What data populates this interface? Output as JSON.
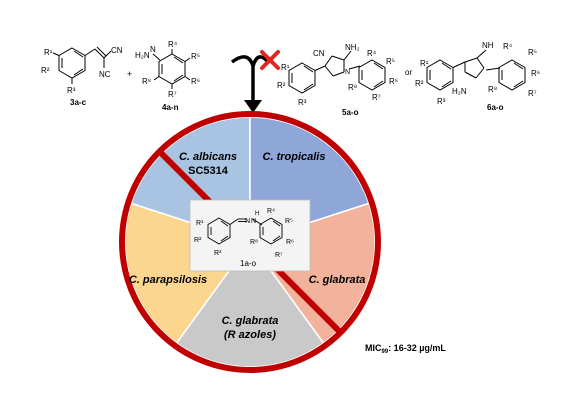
{
  "top_row": {
    "malononitrile_id": "3a-c",
    "hydrazine_id": "4a-n",
    "plus_sign": "+",
    "or_word": "or",
    "aminopyrazole_id": "5a-o",
    "iminopyrazole_id": "6a-o",
    "atoms": {
      "r1": "R¹",
      "r2": "R²",
      "r3": "R³",
      "r4": "R⁴",
      "r5": "R⁵",
      "r6": "R⁶",
      "r7": "R⁷",
      "r8": "R⁸",
      "cn": "CN",
      "nc": "NC",
      "h2n": "H₂N",
      "n": "N",
      "h": "H",
      "nh": "NH",
      "nh2": "NH₂"
    }
  },
  "center_compound": {
    "id": "1a-o",
    "atoms": {
      "r1": "R¹",
      "r2": "R²",
      "r3": "R³",
      "r4": "R⁴",
      "r5": "R⁵",
      "r6": "R⁶",
      "r7": "R⁷",
      "r8": "R⁸",
      "n": "N",
      "h": "H"
    }
  },
  "segments": [
    {
      "label_lines": [
        "C. albicans",
        "SC5314"
      ],
      "italic_lines": [
        true,
        false
      ],
      "color": "#a9c4e3"
    },
    {
      "label_lines": [
        "C. tropicalis"
      ],
      "italic_lines": [
        true
      ],
      "color": "#8fa6d9"
    },
    {
      "label_lines": [
        "C. glabrata"
      ],
      "italic_lines": [
        true
      ],
      "color": "#f2b29c"
    },
    {
      "label_lines": [
        "C. glabrata",
        "(R azoles)"
      ],
      "italic_lines": [
        true,
        true
      ],
      "color": "#c9c9c9"
    },
    {
      "label_lines": [
        "C. parapsilosis"
      ],
      "italic_lines": [
        true
      ],
      "color": "#fcd68e"
    }
  ],
  "mic_label": {
    "prefix": "MIC",
    "subscript": "99",
    "suffix": ": 16-32 µg/mL"
  },
  "colors": {
    "prohibition_red": "#c00000",
    "cross_red": "#e0261f",
    "ink": "#000000"
  }
}
